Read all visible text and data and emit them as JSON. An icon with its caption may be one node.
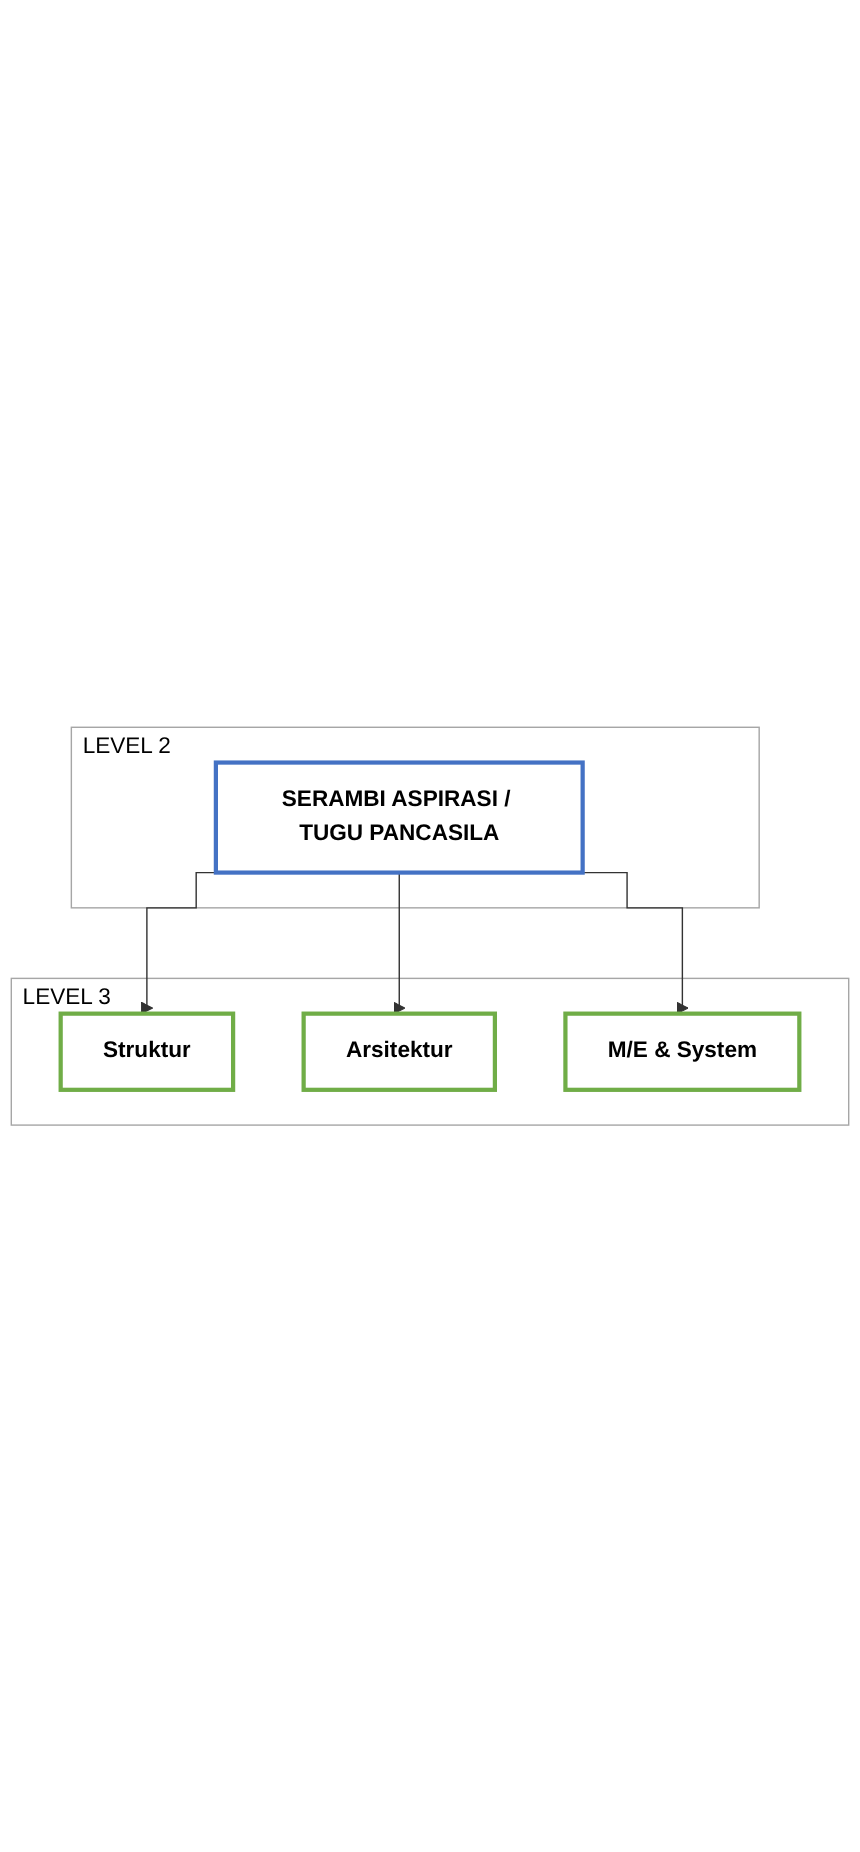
{
  "diagram": {
    "nodes": [
      {
        "text": [
          "LEVEL 2"
        ]
      },
      {
        "text": [
          "SERAMBI ASPIRASI / TUGU PANCASILA"
        ],
        "in": 0
      },
      {
        "text": [
          "LEVEL 3"
        ]
      },
      {
        "text": [
          "Struktur"
        ],
        "in": 2
      },
      {
        "text": [
          "Arsitektur"
        ],
        "in": 2
      },
      {
        "text": [
          "M/E & System"
        ],
        "in": 2
      }
    ],
    "edges": [
      {
        "from": 1,
        "to": 3,
        "arrow": "to"
      },
      {
        "from": 1,
        "to": 4,
        "arrow": "to"
      },
      {
        "from": 1,
        "to": 5,
        "arrow": "to"
      }
    ]
  }
}
